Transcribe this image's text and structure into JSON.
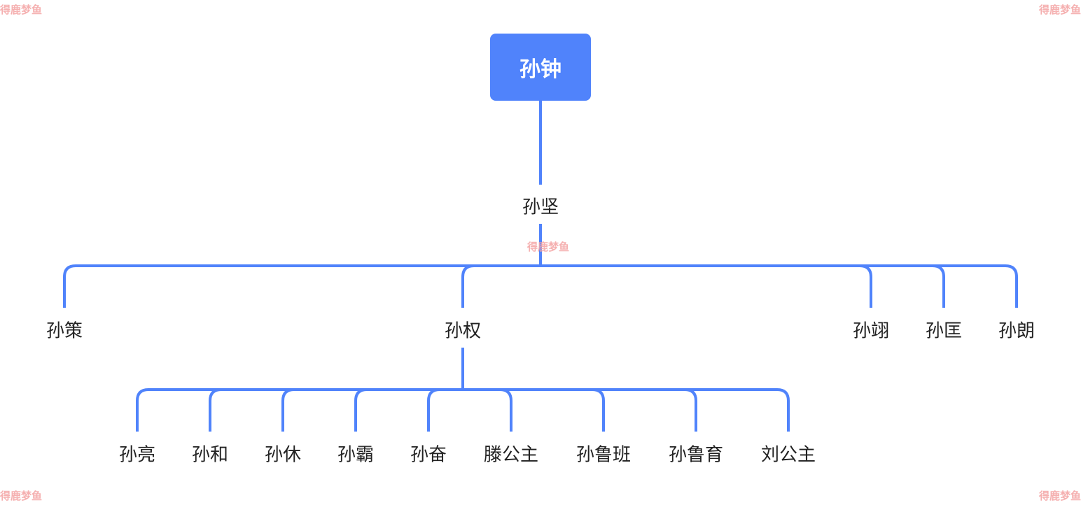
{
  "colors": {
    "accent": "#5083fb",
    "text": "#222222",
    "watermark": "#f4a3a3"
  },
  "watermark": "得鹿梦鱼",
  "tree": {
    "root": {
      "label": "孙钟"
    },
    "level1": {
      "label": "孙坚"
    },
    "children": [
      {
        "label": "孙策"
      },
      {
        "label": "孙权"
      },
      {
        "label": "孙翊"
      },
      {
        "label": "孙匡"
      },
      {
        "label": "孙朗"
      }
    ],
    "grandchildren_of": "孙权",
    "grandchildren": [
      {
        "label": "孙亮"
      },
      {
        "label": "孙和"
      },
      {
        "label": "孙休"
      },
      {
        "label": "孙霸"
      },
      {
        "label": "孙奋"
      },
      {
        "label": "滕公主"
      },
      {
        "label": "孙鲁班"
      },
      {
        "label": "孙鲁育"
      },
      {
        "label": "刘公主"
      }
    ]
  }
}
